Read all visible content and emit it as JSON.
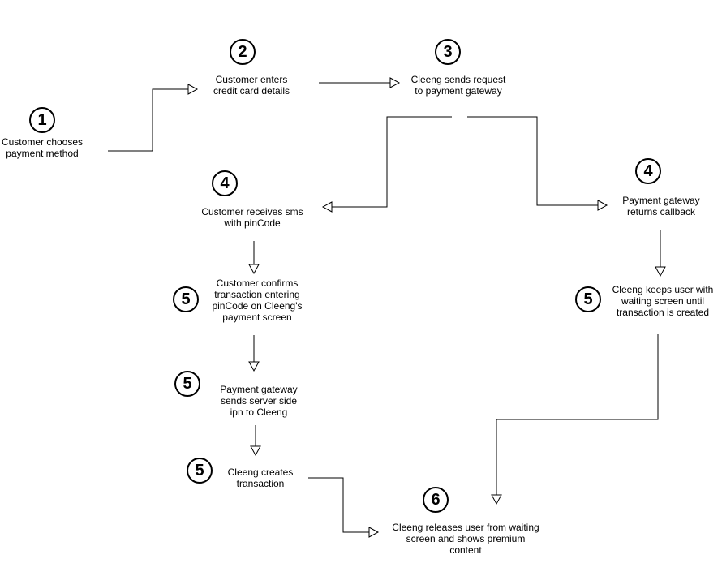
{
  "steps": {
    "choose_method": {
      "number": "1",
      "text": "Customer chooses\npayment method"
    },
    "enter_card": {
      "number": "2",
      "text": "Customer enters\ncredit card details"
    },
    "send_request": {
      "number": "3",
      "text": "Cleeng sends request\nto payment gateway"
    },
    "receive_sms": {
      "number": "4",
      "text": "Customer receives sms\nwith pinCode"
    },
    "returns_callback": {
      "number": "4",
      "text": "Payment gateway\nreturns callback"
    },
    "confirm_pin": {
      "number": "5",
      "text": "Customer confirms\ntransaction entering\npinCode on Cleeng's\npayment screen"
    },
    "keep_waiting": {
      "number": "5",
      "text": "Cleeng keeps user with\nwaiting screen until\ntransaction is created"
    },
    "server_ipn": {
      "number": "5",
      "text": "Payment gateway\nsends server side\nipn to Cleeng"
    },
    "create_transaction": {
      "number": "5",
      "text": "Cleeng creates\ntransaction"
    },
    "release_user": {
      "number": "6",
      "text": "Cleeng releases user from waiting\nscreen and shows premium\ncontent"
    }
  },
  "colors": {
    "line": "#000000",
    "background": "#ffffff"
  }
}
